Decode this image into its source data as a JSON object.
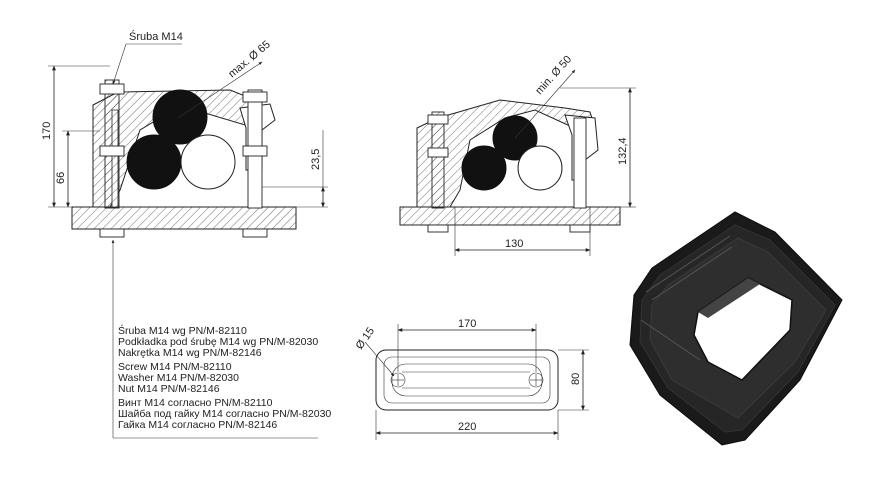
{
  "drawing": {
    "screw_callout": "Śruba M14",
    "front_view": {
      "max_diameter": "max. Ø 65",
      "height_total": "170",
      "height_lower": "66",
      "base_offset": "23,5"
    },
    "side_view": {
      "min_diameter": "min. Ø 50",
      "height": "132,4",
      "width": "130"
    },
    "plan_view": {
      "hole": "Ø 15",
      "slot_length": "170",
      "total_length": "220",
      "width": "80"
    },
    "notes": [
      "Śruba M14 wg PN/M-82110",
      "Podkładka pod śrubę M14 wg PN/M-82030",
      "Nakrętka M14 wg PN/M-82146",
      "Screw M14  PN/M-82110",
      "Washer M14 PN/M-82030",
      "Nut M14 PN/M-82146",
      "Винт M14 согласно PN/M-82110",
      "Шайба под гайку M14 согласно PN/M-82030",
      "Гайка M14 согласно PN/M-82146"
    ]
  }
}
